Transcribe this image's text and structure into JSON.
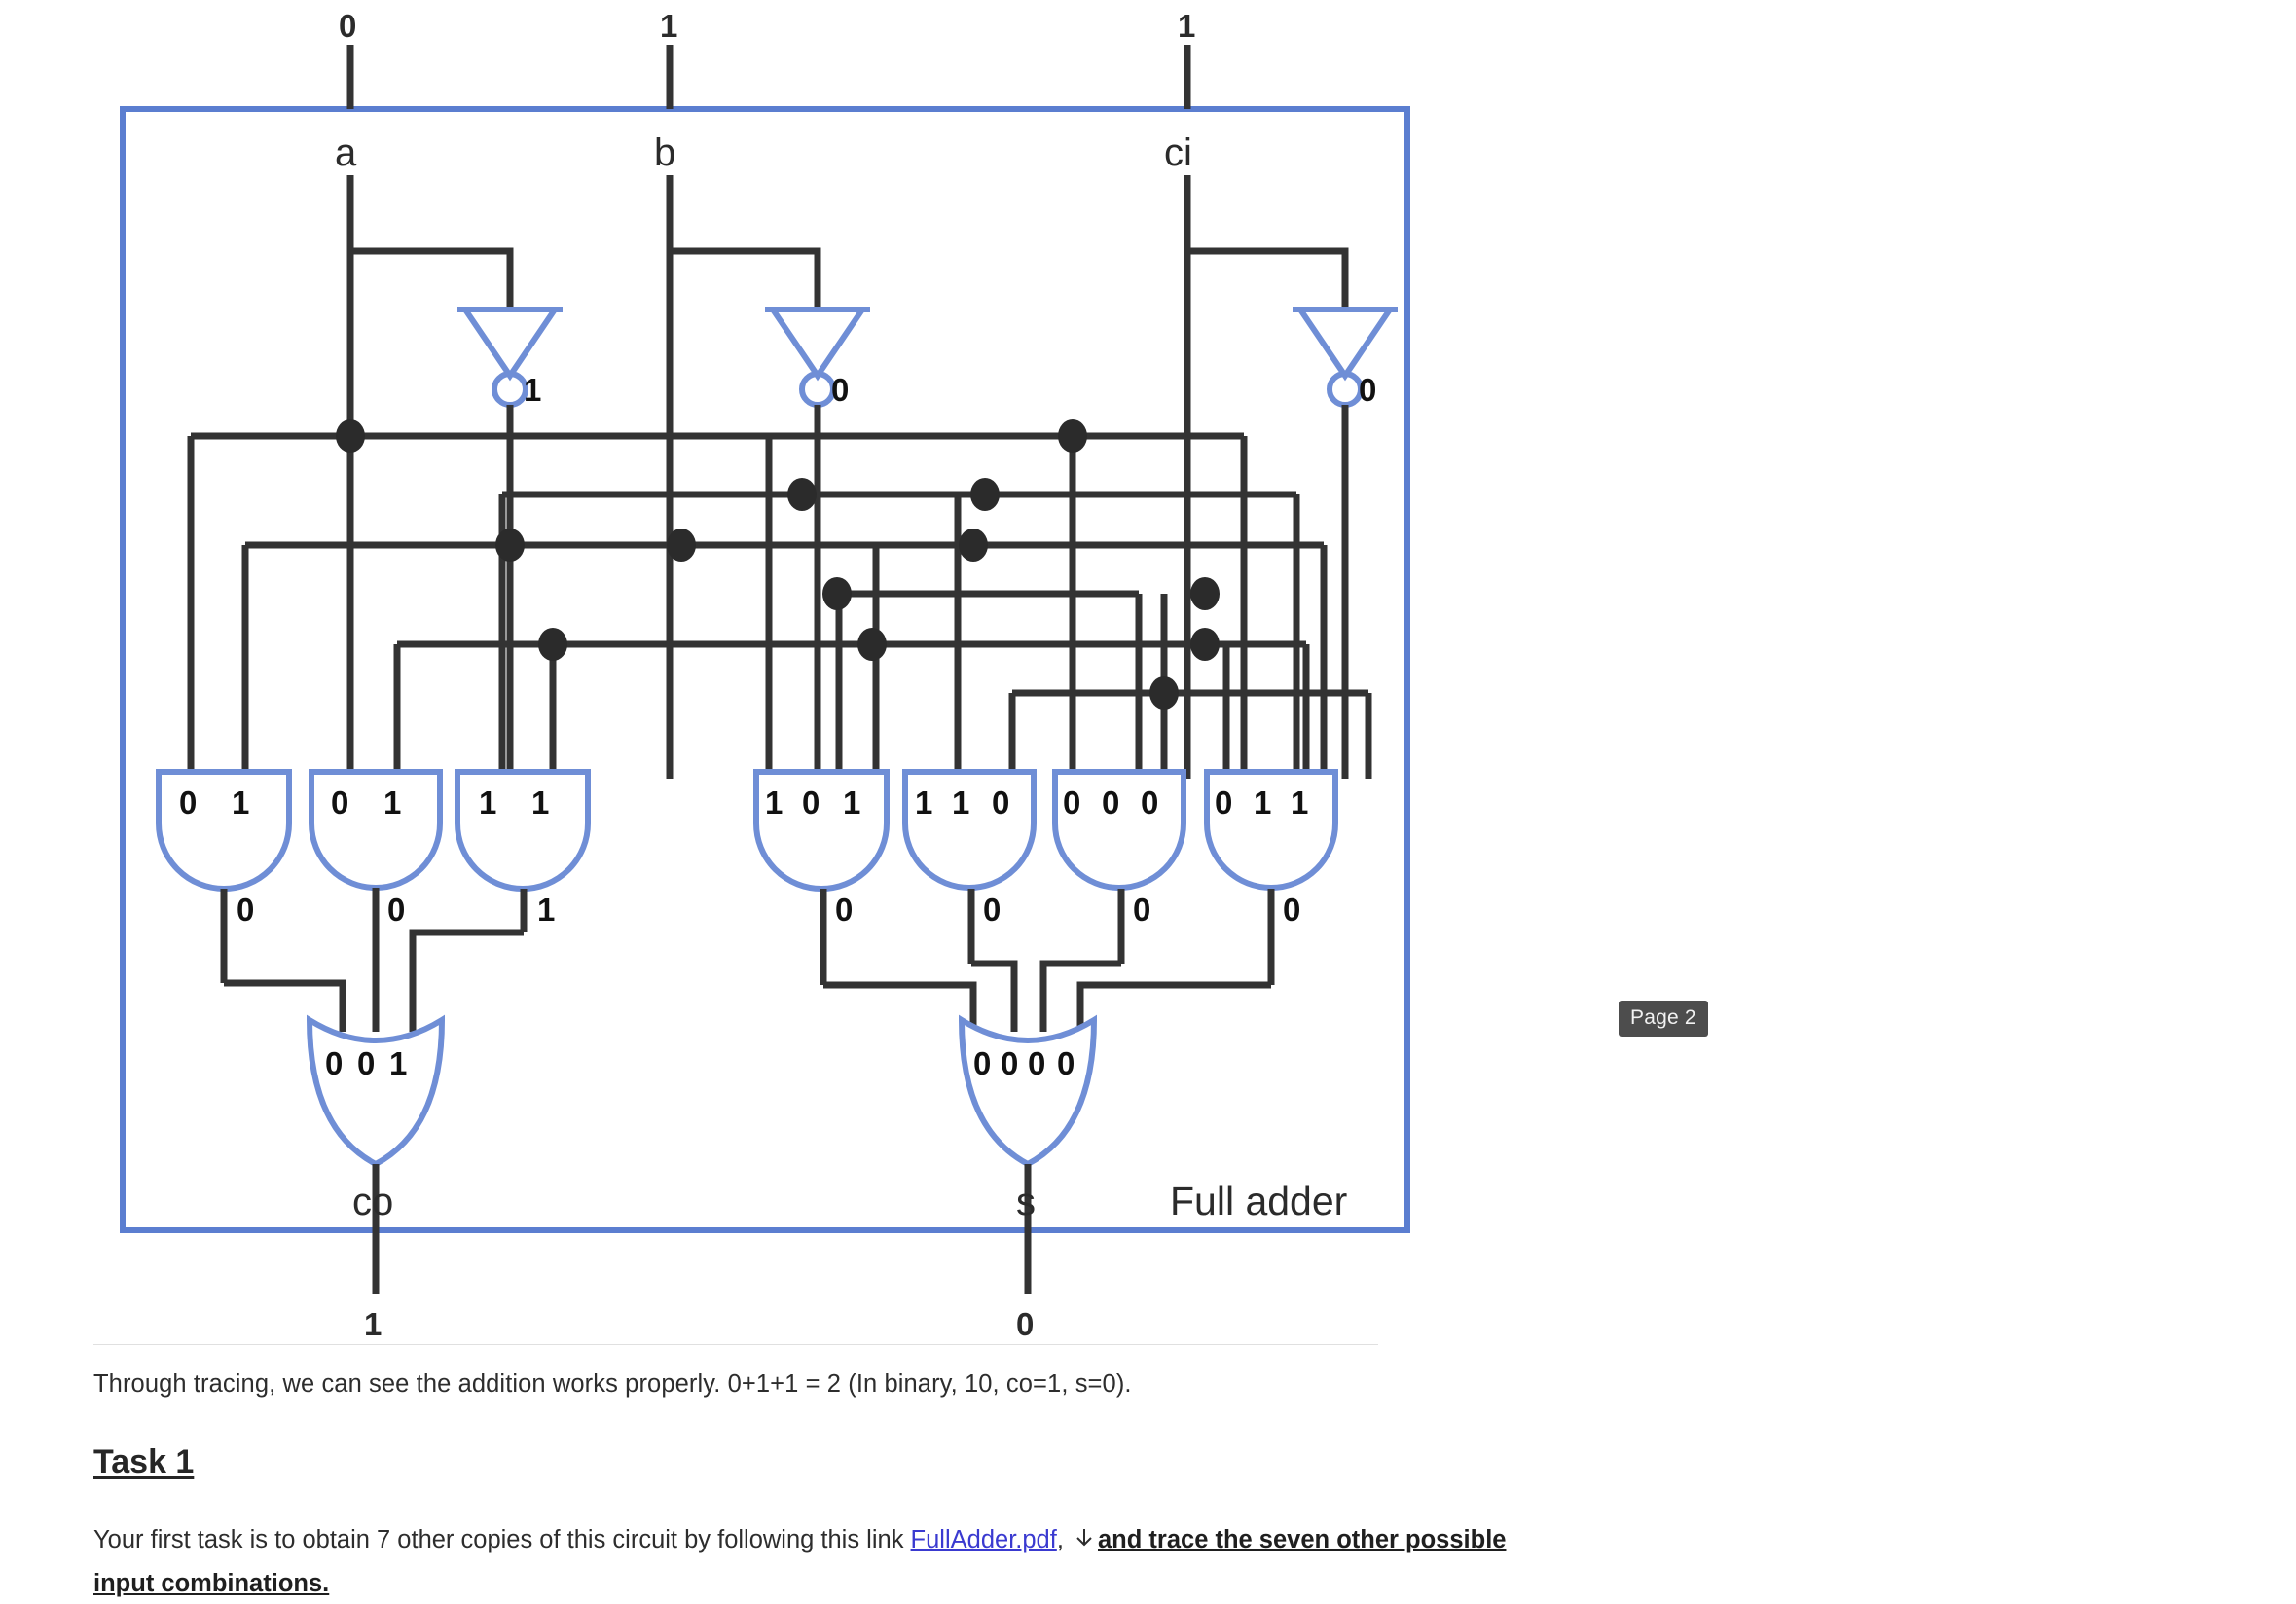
{
  "document": {
    "page_badge": "Page 2",
    "paragraph_1": "Through tracing, we can see the addition works properly. 0+1+1 = 2 (In binary, 10, co=1, s=0).",
    "task_heading": "Task 1",
    "paragraph_2_part1": "Your first task is to obtain 7 other copies of this circuit by following this link ",
    "link_label": "FullAdder.pdf",
    "paragraph_2_comma": ",",
    "paragraph_2_part2": "and trace the seven other possible input combinations."
  },
  "circuit": {
    "title": "Full adder",
    "box_color": "#5b7ed0",
    "wire_color": "#333333",
    "gate_color": "#6f8ed6",
    "inputs": [
      {
        "name": "a",
        "value": "0"
      },
      {
        "name": "b",
        "value": "1"
      },
      {
        "name": "ci",
        "value": "1"
      }
    ],
    "inverters": [
      {
        "source": "a",
        "output": "1"
      },
      {
        "source": "b",
        "output": "0"
      },
      {
        "source": "ci",
        "output": "0"
      }
    ],
    "and_gates": [
      {
        "id": "and1",
        "inputs": [
          "0",
          "1"
        ],
        "output": "0"
      },
      {
        "id": "and2",
        "inputs": [
          "0",
          "1"
        ],
        "output": "0"
      },
      {
        "id": "and3",
        "inputs": [
          "1",
          "1"
        ],
        "output": "1"
      },
      {
        "id": "and4",
        "inputs": [
          "1",
          "0",
          "1"
        ],
        "output": "0"
      },
      {
        "id": "and5",
        "inputs": [
          "1",
          "1",
          "0"
        ],
        "output": "0"
      },
      {
        "id": "and6",
        "inputs": [
          "0",
          "0",
          "0"
        ],
        "output": "0"
      },
      {
        "id": "and7",
        "inputs": [
          "0",
          "1",
          "1"
        ],
        "output": "0"
      }
    ],
    "or_gates": [
      {
        "id": "or-co",
        "inputs": [
          "0",
          "0",
          "1"
        ],
        "label": "co",
        "output": "1"
      },
      {
        "id": "or-s",
        "inputs": [
          "0",
          "0",
          "0",
          "0"
        ],
        "label": "s",
        "output": "0"
      }
    ],
    "outputs": [
      {
        "name": "co",
        "value": "1"
      },
      {
        "name": "s",
        "value": "0"
      }
    ]
  }
}
